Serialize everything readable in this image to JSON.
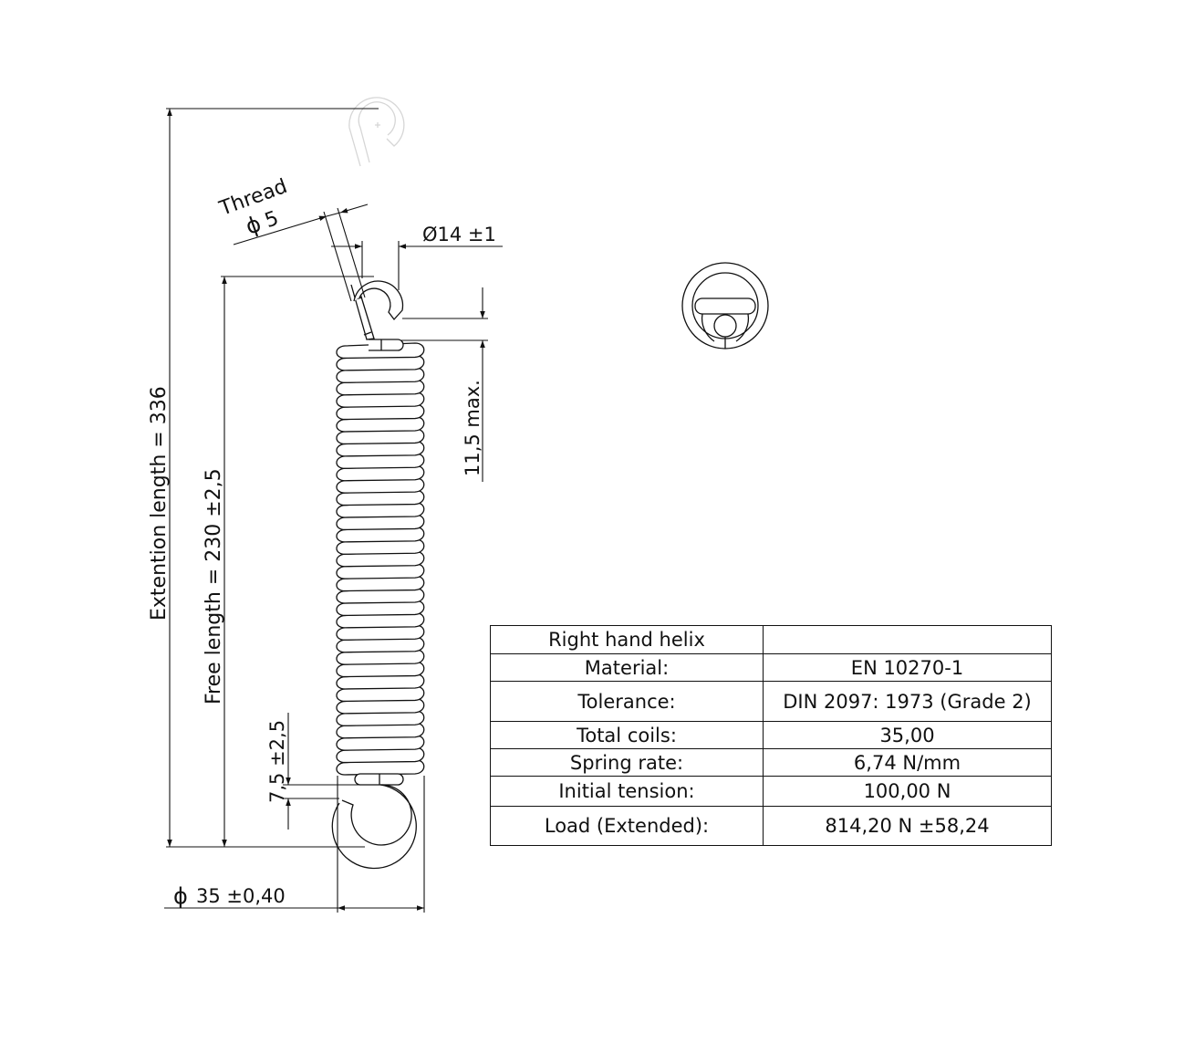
{
  "drawing": {
    "labels": {
      "extension_length": "Extention length = 336",
      "free_length": "Free length = 230 ±2,5",
      "thread_word": "Thread",
      "thread_dia": "5",
      "hook_dia": "Ø14 ±1",
      "hook_gap": "11,5 max.",
      "end_gap": "7,5 ±2,5",
      "outer_dia": "35 ±0,40",
      "diameter_symbol": "ϕ"
    },
    "coil_count": 35,
    "colors": {
      "line": "#111111",
      "watermark": "#d6d6d6",
      "background": "#ffffff"
    }
  },
  "spec_table": {
    "rows": [
      {
        "key": "Right hand helix",
        "value": ""
      },
      {
        "key": "Material:",
        "value": "EN 10270-1"
      },
      {
        "key": "Tolerance:",
        "value": "DIN 2097: 1973 (Grade 2)"
      },
      {
        "key": "Total coils:",
        "value": "35,00"
      },
      {
        "key": "Spring rate:",
        "value": "6,74 N/mm"
      },
      {
        "key": "Initial tension:",
        "value": "100,00 N"
      },
      {
        "key": "Load (Extended):",
        "value": "814,20 N ±58,24"
      }
    ]
  }
}
